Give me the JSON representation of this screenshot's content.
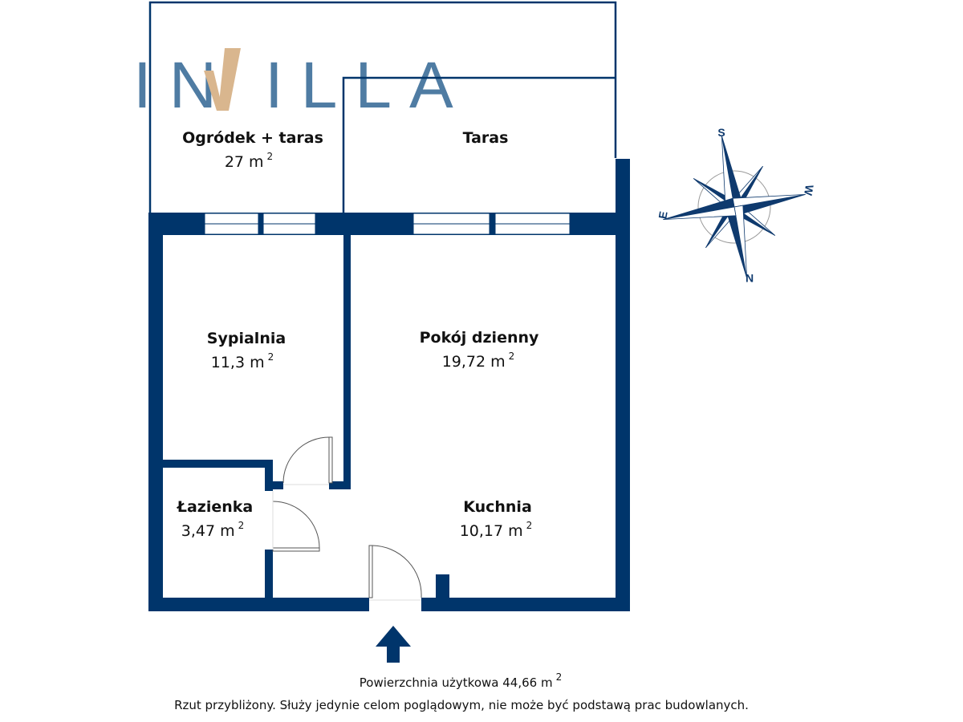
{
  "logo": {
    "text": "INVILLA",
    "left": "IN",
    "v": "V",
    "right": "ILLA"
  },
  "rooms": [
    {
      "name": "Ogródek + taras",
      "area": "27 m",
      "unit_sup": "2"
    },
    {
      "name": "Taras"
    },
    {
      "name": "Sypialnia",
      "area": "11,3 m",
      "unit_sup": "2"
    },
    {
      "name": "Pokój dzienny",
      "area": "19,72 m",
      "unit_sup": "2"
    },
    {
      "name": "Łazienka",
      "area": "3,47 m",
      "unit_sup": "2"
    },
    {
      "name": "Kuchnia",
      "area": "10,17 m",
      "unit_sup": "2"
    }
  ],
  "compass": {
    "n": "N",
    "s": "S",
    "e": "E",
    "w": "W"
  },
  "footer": {
    "total_area": "Powierzchnia użytkowa 44,66 m",
    "total_sup": "2",
    "disclaimer": "Rzut przybliżony. Służy jedynie celom poglądowym, nie może być podstawą prac budowlanych."
  },
  "colors": {
    "wall": "#00356b",
    "logo_blue": "#4f7ca3",
    "logo_tan": "#d9b68e"
  }
}
